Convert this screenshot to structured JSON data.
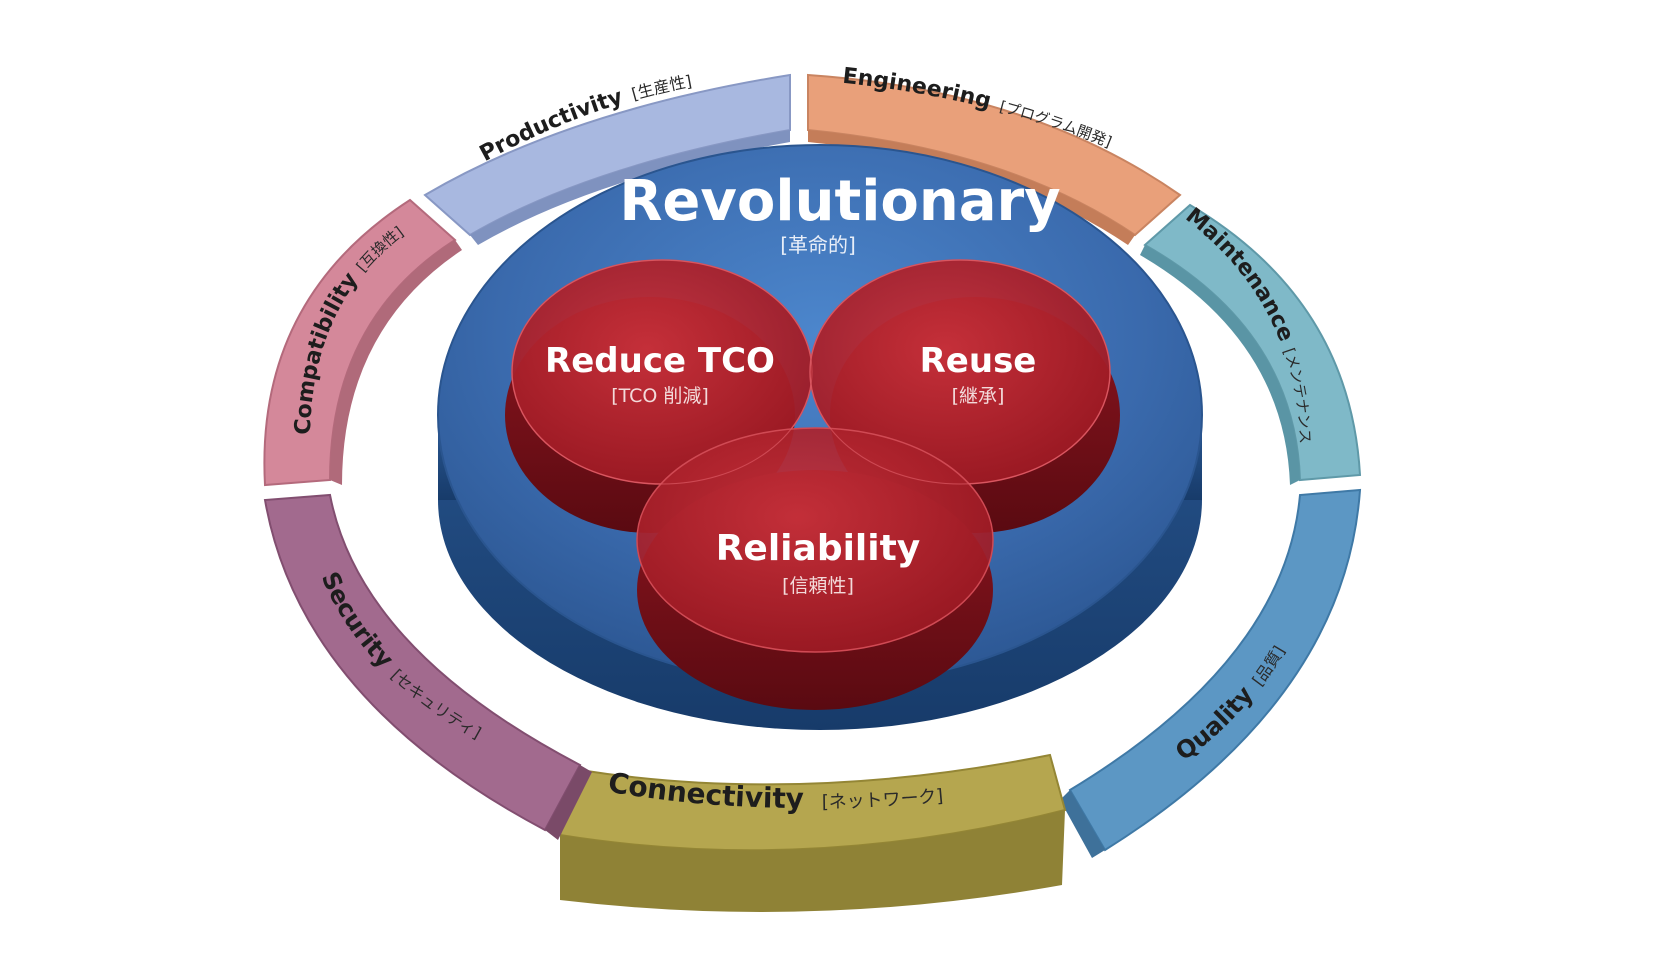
{
  "center": {
    "title": "Revolutionary",
    "subtitle": "[革命的]"
  },
  "circles": [
    {
      "title": "Reduce TCO",
      "subtitle": "[TCO 削減]"
    },
    {
      "title": "Reuse",
      "subtitle": "[継承]"
    },
    {
      "title": "Reliability",
      "subtitle": "[信頼性]"
    }
  ],
  "segments": [
    {
      "label": "Productivity",
      "sub": "[生産性]",
      "color": "#a8b8e0"
    },
    {
      "label": "Engineering",
      "sub": "[プログラム開発]",
      "color": "#e9a07a"
    },
    {
      "label": "Maintenance",
      "sub": "[メンテナンス]",
      "color": "#7fb9c8"
    },
    {
      "label": "Quality",
      "sub": "[品質]",
      "color": "#5c97c4"
    },
    {
      "label": "Connectivity",
      "sub": "[ネットワーク]",
      "color": "#b5a64f"
    },
    {
      "label": "Security",
      "sub": "[セキュリティ]",
      "color": "#a26a8e"
    },
    {
      "label": "Compatibility",
      "sub": "[互換性]",
      "color": "#d4889a"
    }
  ],
  "colors": {
    "disk_top": "#3f74b8",
    "disk_side": "#1f4d86",
    "circle_red": "#b81f2b",
    "circle_side": "#7a0f18"
  }
}
